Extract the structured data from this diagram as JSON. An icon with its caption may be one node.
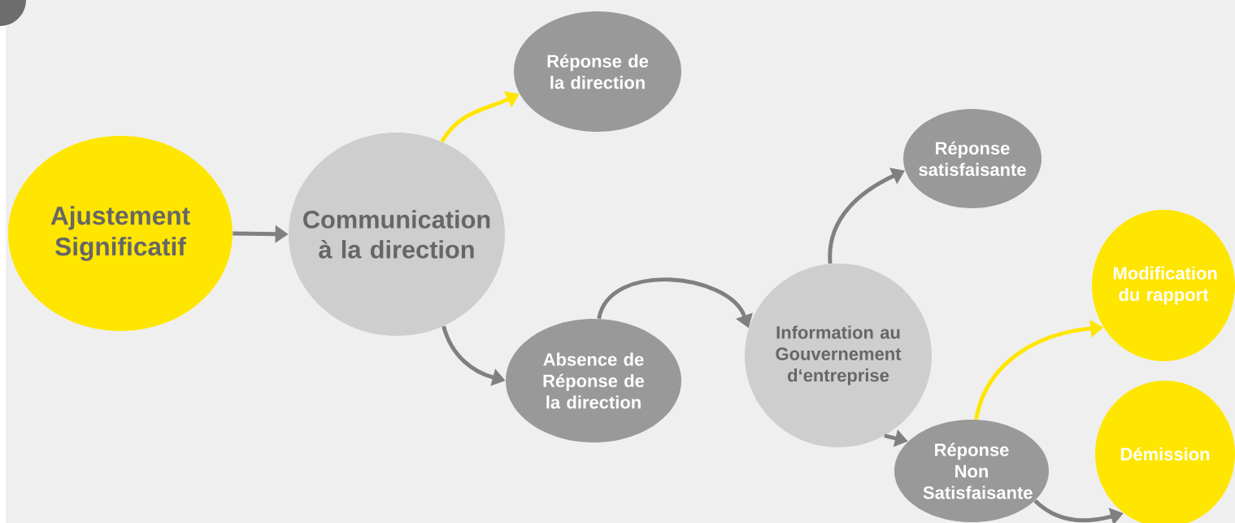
{
  "diagram": {
    "nodes": [
      {
        "text": [
          "Ajustement Significatif"
        ]
      },
      {
        "text": [
          "Communication à la direction"
        ]
      },
      {
        "text": [
          "Réponse de la direction"
        ]
      },
      {
        "text": [
          "Absence de Réponse de la direction"
        ]
      },
      {
        "text": [
          "Information au Gouvernement d‘entreprise"
        ]
      },
      {
        "text": [
          "Réponse satisfaisante"
        ]
      },
      {
        "text": [
          "Réponse Non Satisfaisante"
        ]
      },
      {
        "text": [
          "Modification du rapport"
        ]
      },
      {
        "text": [
          "Démission"
        ]
      }
    ],
    "edges": [
      {
        "from": 0,
        "to": 1,
        "arrow": "to"
      },
      {
        "from": 1,
        "to": 2,
        "arrow": "to",
        "color": "#ffe600"
      },
      {
        "from": 1,
        "to": 3,
        "arrow": "to"
      },
      {
        "from": 3,
        "to": 4,
        "arrow": "to"
      },
      {
        "from": 4,
        "to": 5,
        "arrow": "to"
      },
      {
        "from": 4,
        "to": 6,
        "arrow": "to"
      },
      {
        "from": 6,
        "to": 7,
        "arrow": "to",
        "color": "#ffe600"
      },
      {
        "from": 6,
        "to": 8,
        "arrow": "to"
      }
    ]
  }
}
